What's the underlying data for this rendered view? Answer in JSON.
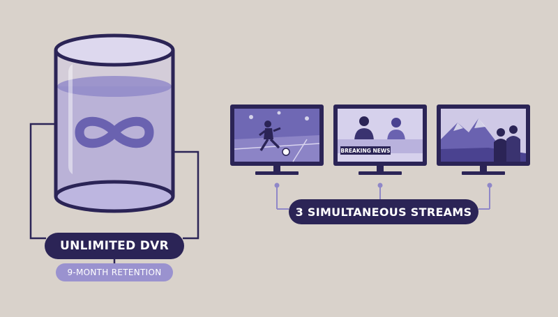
{
  "dvr": {
    "title": "UNLIMITED DVR",
    "subtitle": "9-MONTH RETENTION"
  },
  "streams": {
    "title": "3 SIMULTANEOUS STREAMS",
    "screens": [
      {
        "name": "soccer-tv",
        "icon": "soccer-player-icon"
      },
      {
        "name": "news-tv",
        "icon": "news-anchors-icon",
        "banner": "BREAKING NEWS"
      },
      {
        "name": "movie-tv",
        "icon": "mountain-couple-icon"
      }
    ]
  },
  "colors": {
    "background": "#d9d2cb",
    "navy": "#2b2456",
    "lavender": "#9a92cf",
    "accent": "#6a62b0",
    "glass": "#cfc9e6"
  }
}
